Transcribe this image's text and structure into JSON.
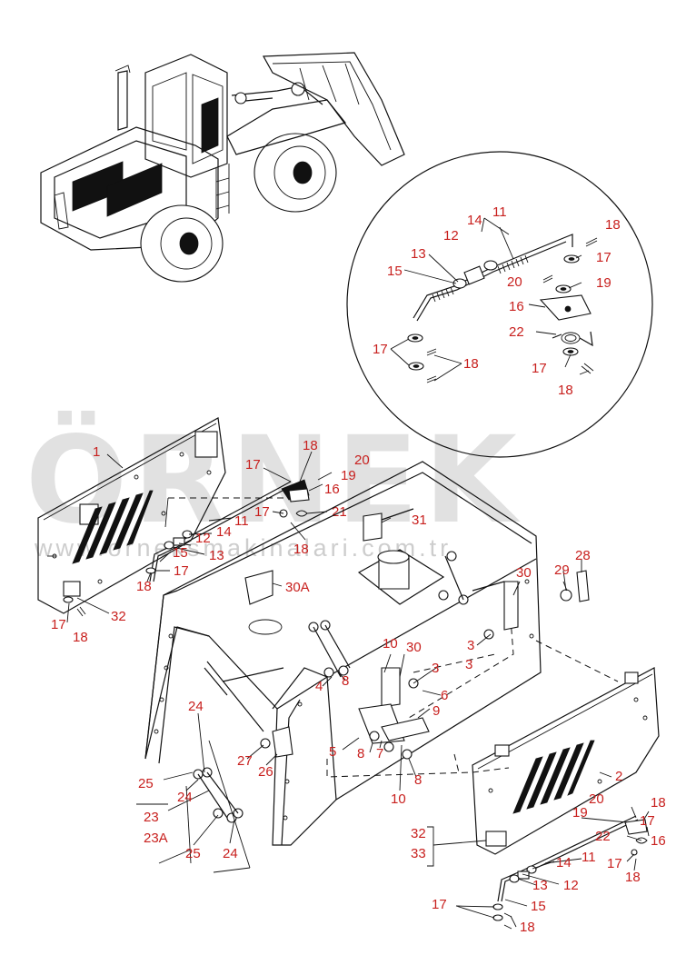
{
  "watermark": {
    "text": "ÖRNEK",
    "url": "www.orneksmakinalari.com.tr",
    "color": "#c9c9c9",
    "accent": "#f2e3a0"
  },
  "label_color": "#c8201e",
  "inset_labels": [
    "11",
    "12",
    "13",
    "14",
    "15",
    "16",
    "17",
    "17",
    "17",
    "18",
    "18",
    "18",
    "19",
    "20",
    "22"
  ],
  "left_labels": [
    "1",
    "18",
    "16",
    "20",
    "19",
    "17",
    "17",
    "21",
    "11",
    "14",
    "12",
    "13",
    "15",
    "17",
    "18",
    "17",
    "18",
    "32"
  ],
  "center_labels": [
    "31",
    "30A",
    "30",
    "3",
    "10",
    "30",
    "3",
    "6",
    "4",
    "8",
    "9",
    "5",
    "8",
    "7",
    "8",
    "10",
    "27",
    "26",
    "24",
    "25",
    "24",
    "23",
    "23A",
    "25",
    "24"
  ],
  "right_labels": [
    "29",
    "28",
    "2",
    "20",
    "18",
    "19",
    "17",
    "16",
    "22",
    "17",
    "18",
    "32",
    "33",
    "14",
    "11",
    "13",
    "12",
    "15",
    "17",
    "18"
  ]
}
